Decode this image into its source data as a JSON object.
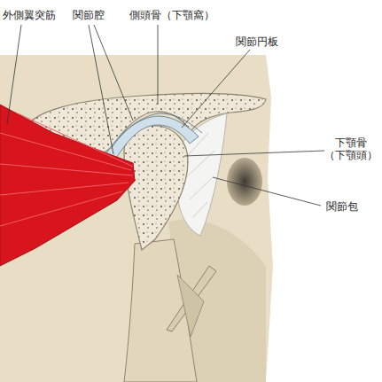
{
  "diagram": {
    "labels": [
      "外側翼突筋",
      "関節腔",
      "側頭骨（下顎窩）",
      "関節円板",
      "下顎骨 （下顎頭）",
      "関節包"
    ]
  }
}
